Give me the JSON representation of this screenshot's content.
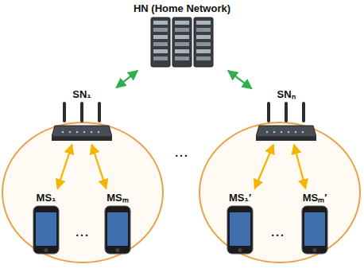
{
  "diagram": {
    "nodes": [
      {
        "text": [
          "HN (Home Network)"
        ]
      },
      {
        "text": [
          "SN₁"
        ]
      },
      {
        "text": [
          "SNₙ"
        ]
      },
      {
        "text": [
          "MS₁"
        ]
      },
      {
        "text": [
          "MSₘ"
        ]
      },
      {
        "text": [
          "MS₁′"
        ]
      },
      {
        "text": [
          "MSₘ′"
        ]
      }
    ],
    "edges": [
      {
        "from": 0,
        "to": 1,
        "arrow": "both"
      },
      {
        "from": 0,
        "to": 2,
        "arrow": "both"
      },
      {
        "from": 1,
        "to": 3,
        "arrow": "both"
      },
      {
        "from": 1,
        "to": 4,
        "arrow": "both"
      },
      {
        "from": 2,
        "to": 5,
        "arrow": "both"
      },
      {
        "from": 2,
        "to": 6,
        "arrow": "both"
      }
    ],
    "labels": [
      "...",
      "...",
      "..."
    ]
  }
}
